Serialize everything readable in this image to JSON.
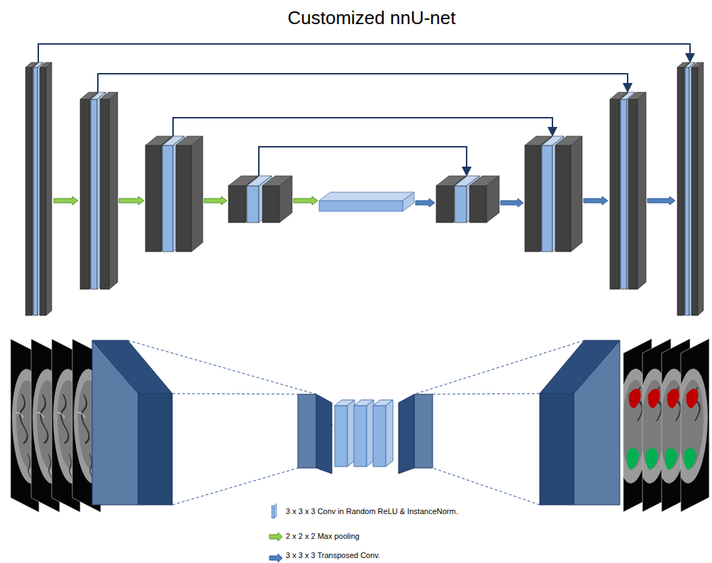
{
  "diagram": {
    "title": "Customized nnU-net",
    "legend": [
      {
        "text": "3 x 3 x 3 Conv in Random ReLU & InstanceNorm."
      },
      {
        "text": "2 x 2 x 2 Max pooling"
      },
      {
        "text": "3 x 3 x 3 Transposed Conv."
      }
    ]
  }
}
